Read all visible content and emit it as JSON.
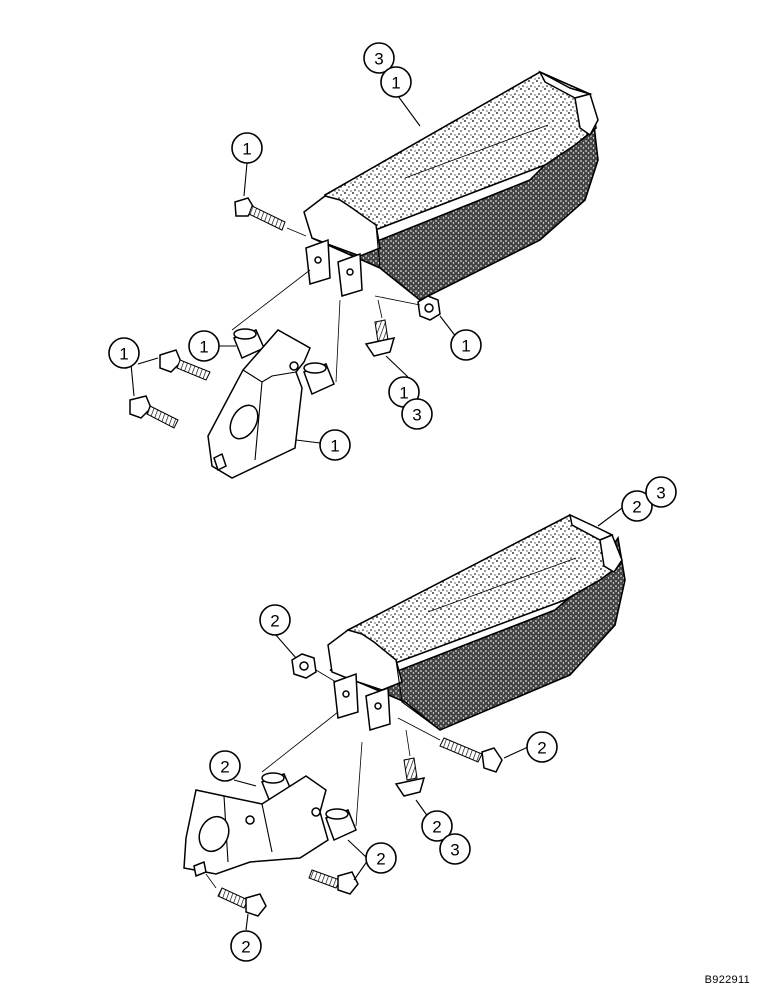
{
  "callouts": {
    "top_pad_a": "3",
    "top_pad_b": "1",
    "top_bolt": "1",
    "top_nut": "1",
    "top_screw_a": "1",
    "top_screw_b": "3",
    "top_spacer": "1",
    "top_bracket_bolts": "1",
    "top_bracket": "1",
    "bottom_pad_a": "2",
    "bottom_pad_b": "3",
    "bottom_nut": "2",
    "bottom_bolt": "2",
    "bottom_spacer": "2",
    "bottom_screw_a": "2",
    "bottom_screw_b": "3",
    "bottom_bracket_bolt": "2",
    "bottom_lower_bolt": "2"
  },
  "figure_id": "B922911"
}
